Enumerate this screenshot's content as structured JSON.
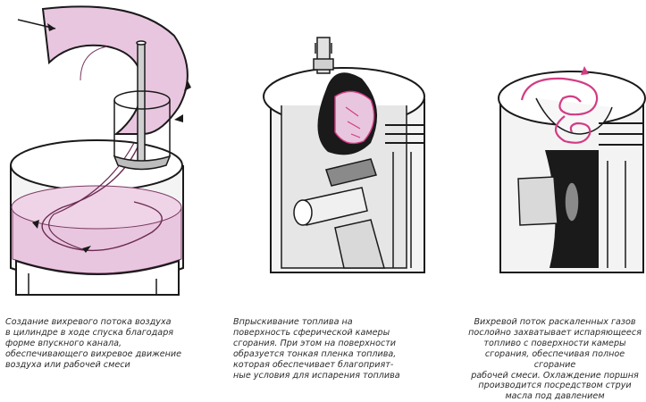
{
  "captions": {
    "intake": "Создание вихревого потока воздуха\nв цилиндре в ходе спуска благодаря\nформе впускного канала,\nобеспечивающего вихревое движение\nвоздуха или рабочей смеси",
    "injection": "Впрыскивание топлива на\nповерхность сферической камеры\nсгорания. При этом на поверхности\nобразуется тонкая пленка топлива,\nкоторая обеспечивает благоприят-\nные условия для испарения топлива",
    "combustion": "Вихревой поток раскаленных газов\nпослойно захватывает испаряющееся\nтопливо с поверхности камеры\nсгорания, обеспечивая полное сгорание\nрабочей смеси. Охлаждение поршня\nпроизводится посредством струи\nмасла под давлением"
  },
  "colors": {
    "ink": "#1a1a1a",
    "swirl_fill": "#e9c6df",
    "swirl_stroke": "#d23c84",
    "metal": "#d9d9d9",
    "shadow": "#8a8a8a"
  }
}
